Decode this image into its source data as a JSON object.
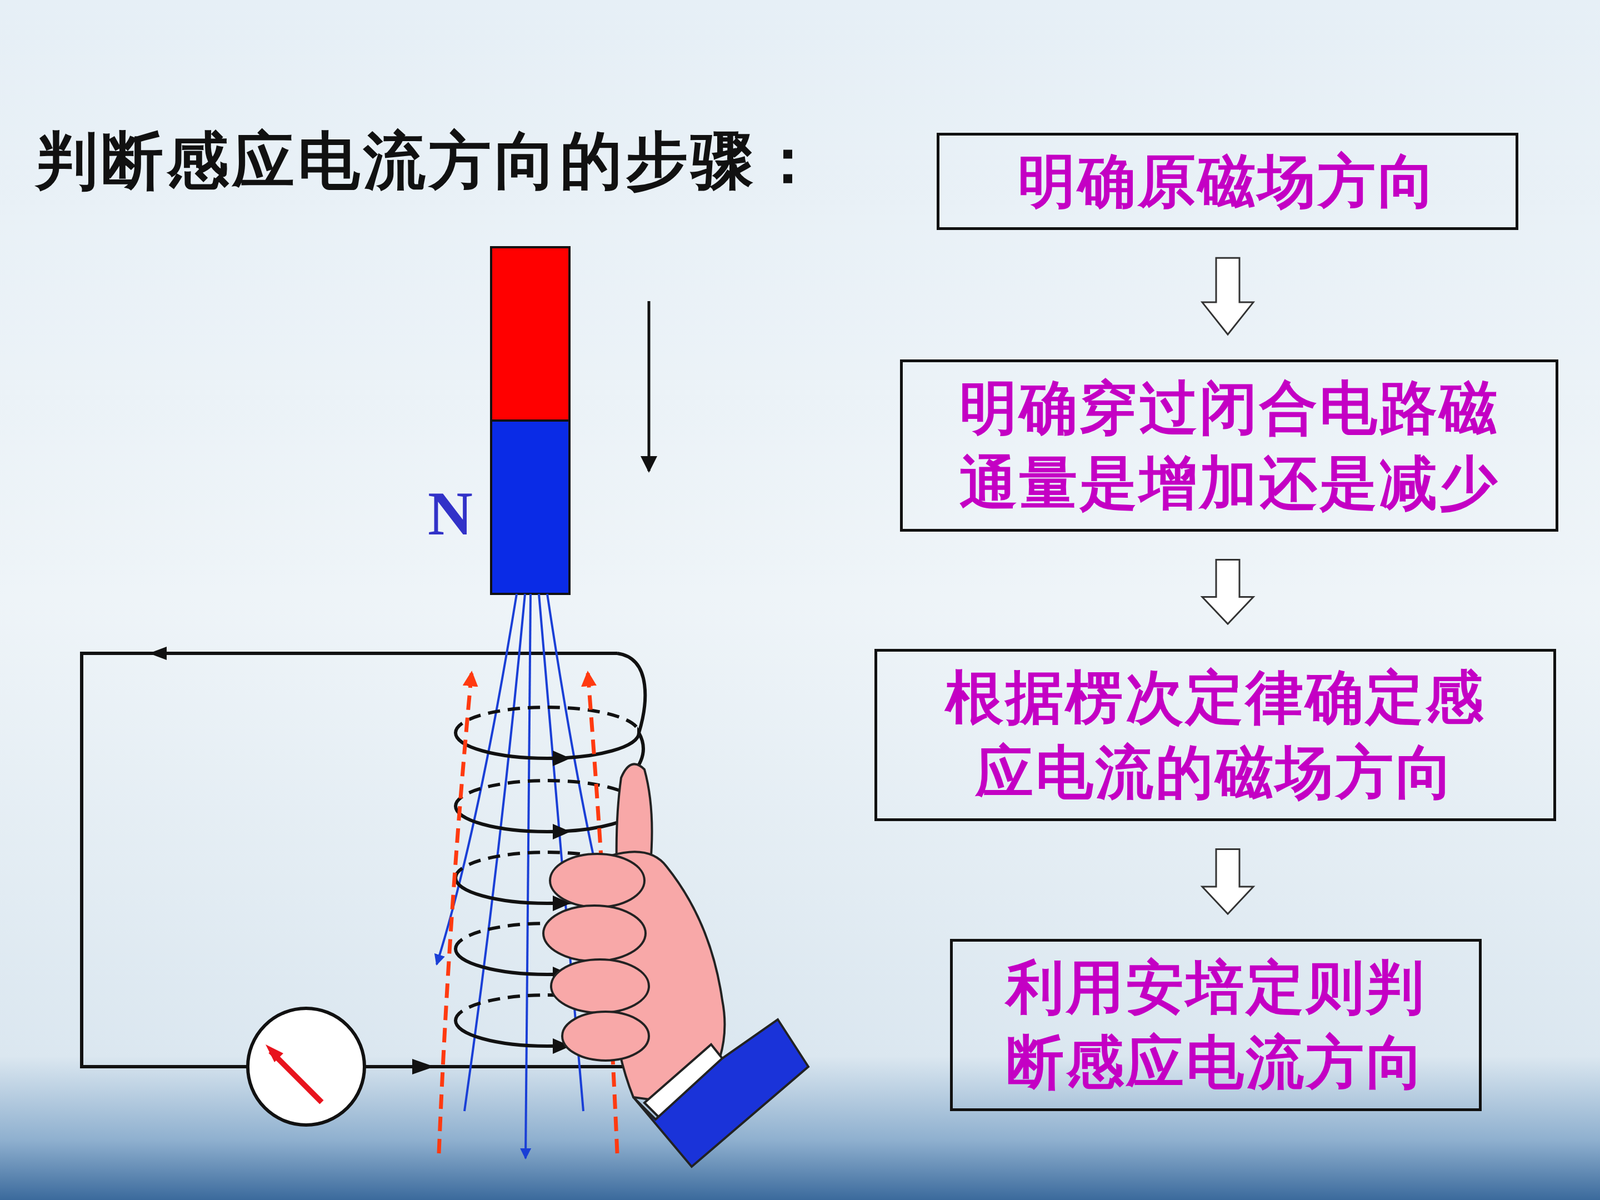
{
  "diagram": {
    "title": "判断感应电流方向的步骤：",
    "nodes": [
      {
        "text": [
          "明确原磁场方向"
        ]
      },
      {
        "text": [
          "明确穿过闭合电路磁 通量是增加还是减少"
        ]
      },
      {
        "text": [
          "根据楞次定律确定感 应电流的磁场方向"
        ]
      },
      {
        "text": [
          "利用安培定则判 断感应电流方向"
        ]
      }
    ],
    "edges": [
      {
        "from": 0,
        "to": 1,
        "arrow": "to"
      },
      {
        "from": 1,
        "to": 2,
        "arrow": "to"
      },
      {
        "from": 2,
        "to": 3,
        "arrow": "to"
      }
    ],
    "labels": [
      "N"
    ]
  }
}
